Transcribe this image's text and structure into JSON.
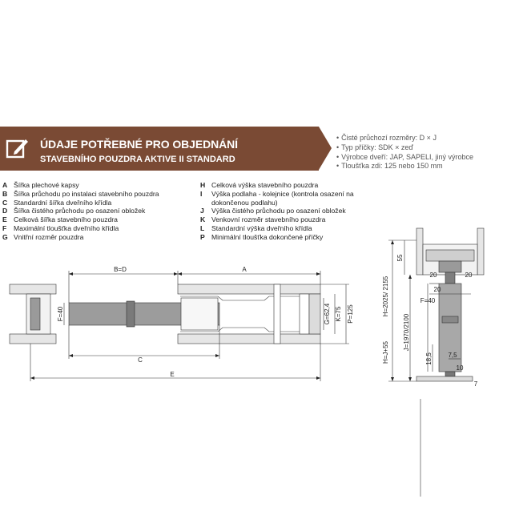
{
  "banner": {
    "title": "ÚDAJE POTŘEBNÉ PRO OBJEDNÁNÍ",
    "subtitle": "STAVEBNÍHO POUZDRA AKTIVE II STANDARD",
    "icon": "edit-icon",
    "color": "#7a4a34"
  },
  "info": [
    "Čisté průchozí rozměry: D × J",
    "Typ příčky: SDK × zeď",
    "Výrobce dveří: JAP, SAPELI, jiný výrobce",
    "Tloušťka zdi: 125 nebo 150 mm"
  ],
  "legend_left": [
    {
      "key": "A",
      "text": "Šířka plechové kapsy"
    },
    {
      "key": "B",
      "text": "Šířka průchodu po instalaci stavebního pouzdra"
    },
    {
      "key": "C",
      "text": "Standardní šířka dveřního křídla"
    },
    {
      "key": "D",
      "text": "Šířka čistého průchodu po osazení obložek"
    },
    {
      "key": "E",
      "text": "Celková šířka stavebního pouzdra"
    },
    {
      "key": "F",
      "text": "Maximální tloušťka dveřního křídla"
    },
    {
      "key": "G",
      "text": "Vnitřní rozměr pouzdra"
    }
  ],
  "legend_right": [
    {
      "key": "H",
      "text": "Celková výška stavebního pouzdra"
    },
    {
      "key": "I",
      "text": "Výška podlaha - kolejnice (kontrola osazení na dokončenou podlahu)"
    },
    {
      "key": "J",
      "text": "Výška čistého průchodu po osazení obložek"
    },
    {
      "key": "K",
      "text": "Venkovní rozměr stavebního pouzdra"
    },
    {
      "key": "L",
      "text": "Standardní výška dveřního křídla"
    },
    {
      "key": "P",
      "text": "Minimální tloušťka dokončené příčky"
    }
  ],
  "plan_labels": {
    "bd": "B=D",
    "a": "A",
    "c": "C",
    "e": "E",
    "f": "F=40",
    "g": "G=62,4",
    "k": "K=75",
    "p": "P=125"
  },
  "section_labels": {
    "h55": "55",
    "h20a": "20",
    "h20b": "20",
    "h20c": "20",
    "f": "F=40",
    "h": "H=2025/ 2155",
    "j": "J=1970/2100",
    "hj": "H=J+55",
    "h185": "18,5",
    "h75": "7,5",
    "h10": "10",
    "h7": "7"
  }
}
